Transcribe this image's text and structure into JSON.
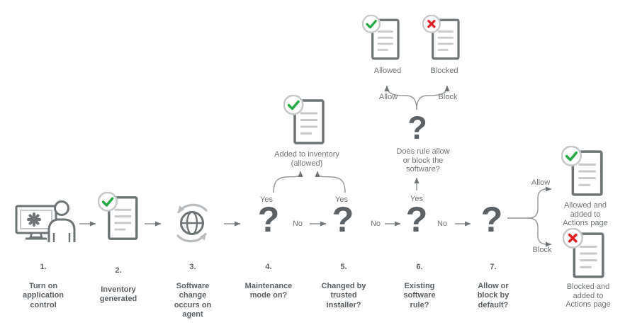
{
  "glyphs": {
    "question_mark": "?"
  },
  "steps": [
    {
      "number": "1.",
      "label": "Turn on\napplication\ncontrol"
    },
    {
      "number": "2.",
      "label": "Inventory\ngenerated"
    },
    {
      "number": "3.",
      "label": "Software\nchange\noccurs on\nagent"
    },
    {
      "number": "4.",
      "label": "Maintenance\nmode on?"
    },
    {
      "number": "5.",
      "label": "Changed by\ntrusted\ninstaller?"
    },
    {
      "number": "6.",
      "label": "Existing\nsoftware\nrule?"
    },
    {
      "number": "7.",
      "label": "Allow or\nblock by\ndefault?"
    }
  ],
  "outcomes": {
    "added_to_inventory": "Added to inventory\n(allowed)",
    "does_rule_question": "Does rule allow\nor block the\nsoftware?",
    "allowed": "Allowed",
    "blocked": "Blocked",
    "allowed_actions": "Allowed and\nadded to\nActions page",
    "blocked_actions": "Blocked and\nadded to\nActions page"
  },
  "edge_labels": {
    "step4_yes": "Yes",
    "step5_yes": "Yes",
    "step6_yes": "Yes",
    "step4_no": "No",
    "step5_no": "No",
    "step6_no": "No",
    "rule_allow": "Allow",
    "rule_block": "Block",
    "default_allow": "Allow",
    "default_block": "Block"
  },
  "colors": {
    "check_green": "#28a745",
    "cross_red": "#dc2026",
    "icon_dark": "#6e7376",
    "icon_light": "#c6c9cb",
    "connector_line": "#8f9497",
    "arrowhead": "#6f7477",
    "step_text": "#5a6064",
    "annotation_text": "#6f7477"
  }
}
